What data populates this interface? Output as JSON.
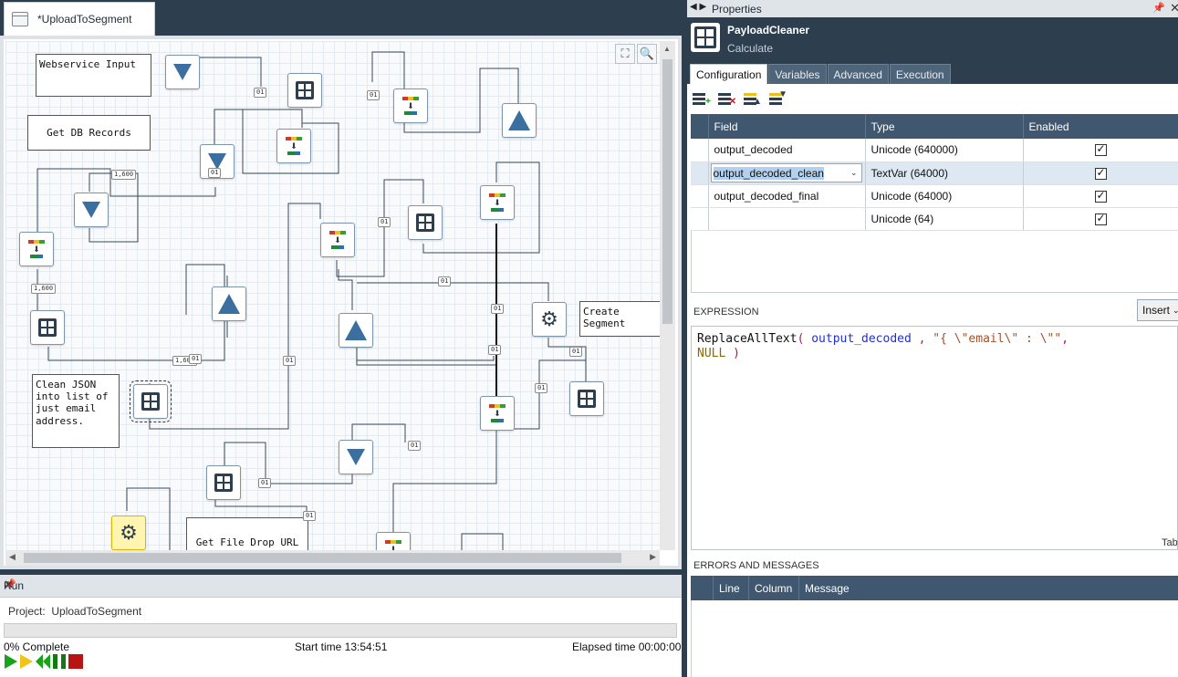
{
  "editor": {
    "tab_title": "*UploadToSegment",
    "notes": [
      "Webservice Input",
      "Get DB Records",
      "Clean JSON\ninto list of\njust email\naddress.",
      "Create Segment",
      "Get File Drop URL"
    ],
    "connector_labels": [
      "01",
      "01",
      "1,600",
      "1,600",
      "01",
      "01",
      "01",
      "1,600",
      "01",
      "01",
      "01",
      "01",
      "01",
      "01",
      "01",
      "01",
      "01"
    ]
  },
  "run": {
    "title": "Run",
    "project_label": "Project:",
    "project_name": "UploadToSegment",
    "progress_fraction": 0,
    "percent_text": "0% Complete",
    "start_time": "Start time 13:54:51",
    "elapsed_time": "Elapsed time 00:00:00"
  },
  "properties": {
    "panel_title": "Properties",
    "object_name": "PayloadCleaner",
    "object_type": "Calculate",
    "tabs": [
      "Configuration",
      "Variables",
      "Advanced",
      "Execution"
    ],
    "active_tab": "Configuration",
    "columns": [
      "Field",
      "Type",
      "Enabled"
    ],
    "rows": [
      {
        "field": "output_decoded",
        "type": "Unicode (640000)",
        "enabled": true
      },
      {
        "field": "output_decoded_clean",
        "type": "TextVar (64000)",
        "enabled": true
      },
      {
        "field": "output_decoded_final",
        "type": "Unicode (64000)",
        "enabled": true
      },
      {
        "field": "",
        "type": "Unicode (64)",
        "enabled": true
      }
    ],
    "expression_label": "EXPRESSION",
    "insert_label": "Insert",
    "expression": {
      "fn": "ReplaceAllText",
      "open": "(",
      "arg1": "output_decoded",
      "comma1": ",",
      "str1": "\"{  \\\"email\\\" : \\\"\"",
      "comma2": ",",
      "arg3": "NULL",
      "close": ")"
    },
    "tab_hint": "Tab",
    "errors_label": "ERRORS AND MESSAGES",
    "error_columns": [
      "Line",
      "Column",
      "Message"
    ]
  },
  "colors": {
    "chrome": "#2d3e4e",
    "header": "#3f5870",
    "node_blue": "#3b6fa0",
    "progress": "#58b04a",
    "stop": "#b81414"
  }
}
